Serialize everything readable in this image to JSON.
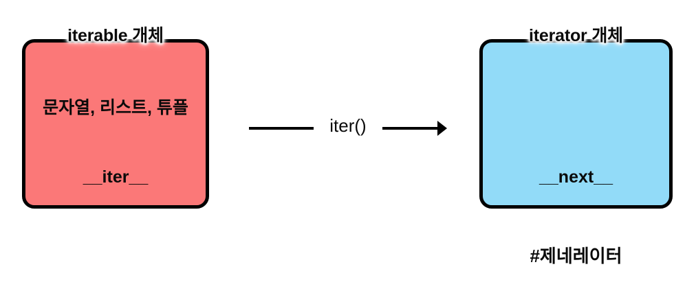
{
  "diagram": {
    "title": "iterable to iterator via iter()",
    "background_color": "#ffffff"
  },
  "nodes": [
    {
      "id": "iterable",
      "title": "iterable 개체",
      "fill_color": "#fb7878",
      "border_color": "#000000",
      "lines": [
        "문자열, 리스트, 튜플",
        "__iter__"
      ]
    },
    {
      "id": "iterator",
      "title": "iterator 개체",
      "fill_color": "#92dbf8",
      "border_color": "#000000",
      "lines": [
        "__next__"
      ]
    }
  ],
  "edge": {
    "label": "iter()",
    "from": "iterable",
    "to": "iterator",
    "direction": "right",
    "color": "#000000"
  },
  "annotations": [
    {
      "id": "generator-note",
      "text": "#제네레이터"
    }
  ]
}
